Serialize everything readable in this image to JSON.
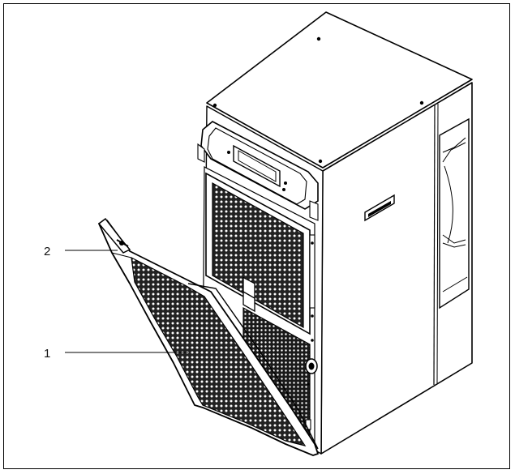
{
  "callouts": [
    {
      "id": "2",
      "label": "2"
    },
    {
      "id": "1",
      "label": "1"
    }
  ]
}
